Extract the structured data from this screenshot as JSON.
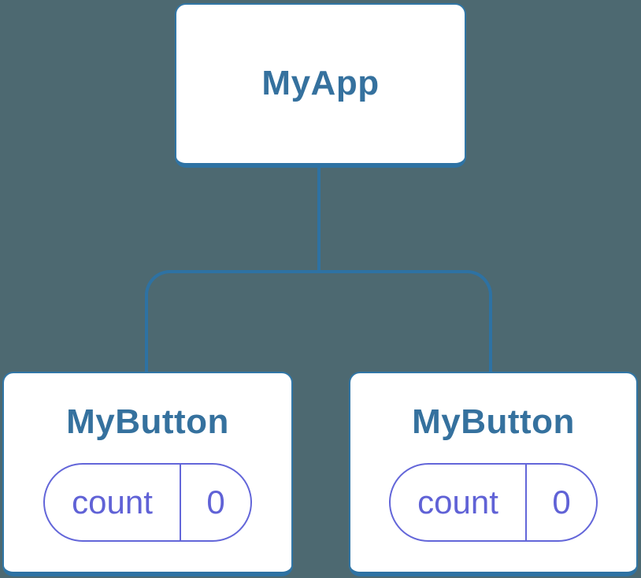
{
  "diagram": {
    "description": "React component tree diagram",
    "root": {
      "title": "MyApp"
    },
    "children": [
      {
        "title": "MyButton",
        "state": {
          "key": "count",
          "value": "0"
        }
      },
      {
        "title": "MyButton",
        "state": {
          "key": "count",
          "value": "0"
        }
      }
    ]
  },
  "colors": {
    "bg": "#4d6971",
    "node_blue": "#2e72a3",
    "node_border": "#3176a6",
    "title_text": "#35719e",
    "state_purple": "#6366d9",
    "state_text": "#6062d6",
    "node_bg": "#ffffff"
  }
}
